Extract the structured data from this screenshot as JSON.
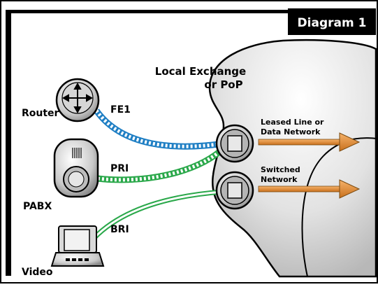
{
  "diagram": {
    "title": "Diagram 1",
    "exchange_label_line1": "Local Exchange",
    "exchange_label_line2": "or PoP",
    "devices": {
      "router": "Router",
      "pabx": "PABX",
      "video": "Video"
    },
    "links": {
      "fe1": "FE1",
      "pri": "PRI",
      "bri": "BRI"
    },
    "networks": {
      "leased_line1": "Leased Line or",
      "leased_line2": "Data Network",
      "switched1": "Switched",
      "switched2": "Network"
    },
    "colors": {
      "fe1_cable": "#1f7fc4",
      "pri_cable": "#2aa84a",
      "bri_cable": "#2aa84a",
      "arrow": "#e08a2a",
      "title_bg": "#000000",
      "cloud_fill": "#e4e4e4"
    }
  }
}
